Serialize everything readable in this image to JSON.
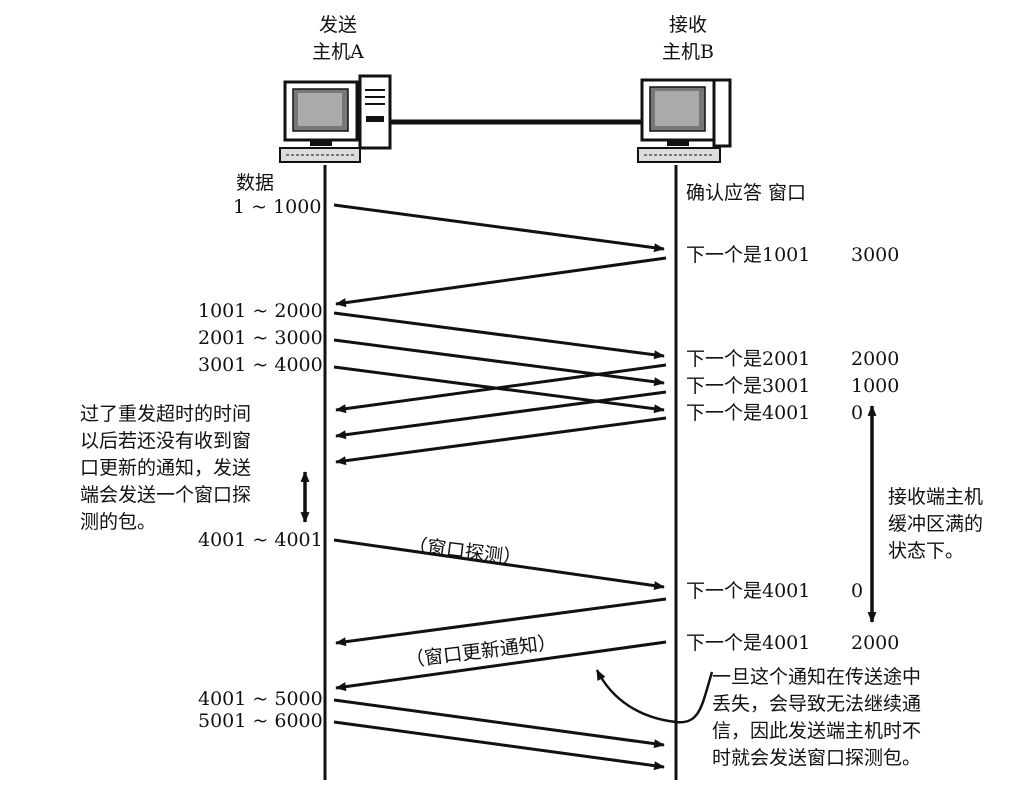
{
  "hosts": {
    "sender": {
      "line1": "发送",
      "line2": "主机A"
    },
    "receiver": {
      "line1": "接收",
      "line2": "主机B"
    }
  },
  "headers": {
    "data": "数据",
    "ack_window": "确认应答 窗口"
  },
  "sender_ranges": [
    "1 ~ 1000",
    "1001 ~ 2000",
    "2001 ~ 3000",
    "3001 ~ 4000",
    "4001 ~ 4001",
    "4001 ~ 5000",
    "5001 ~ 6000"
  ],
  "acks": [
    {
      "next": "下一个是1001",
      "window": "3000"
    },
    {
      "next": "下一个是2001",
      "window": "2000"
    },
    {
      "next": "下一个是3001",
      "window": "1000"
    },
    {
      "next": "下一个是4001",
      "window": "0"
    },
    {
      "next": "下一个是4001",
      "window": "0"
    },
    {
      "next": "下一个是4001",
      "window": "2000"
    }
  ],
  "annotations": {
    "timeout_note": [
      "过了重发超时的时间",
      "以后若还没有收到窗",
      "口更新的通知，发送",
      "端会发送一个窗口探",
      "测的包。"
    ],
    "probe_label": "（窗口探测）",
    "update_label": "（窗口更新通知）",
    "buffer_full_note": [
      "接收端主机",
      "缓冲区满的",
      "状态下。"
    ],
    "lost_note": [
      "一旦这个通知在传送途中",
      "丢失，会导致无法继续通",
      "信，因此发送端主机时不",
      "时就会发送窗口探测包。"
    ]
  }
}
